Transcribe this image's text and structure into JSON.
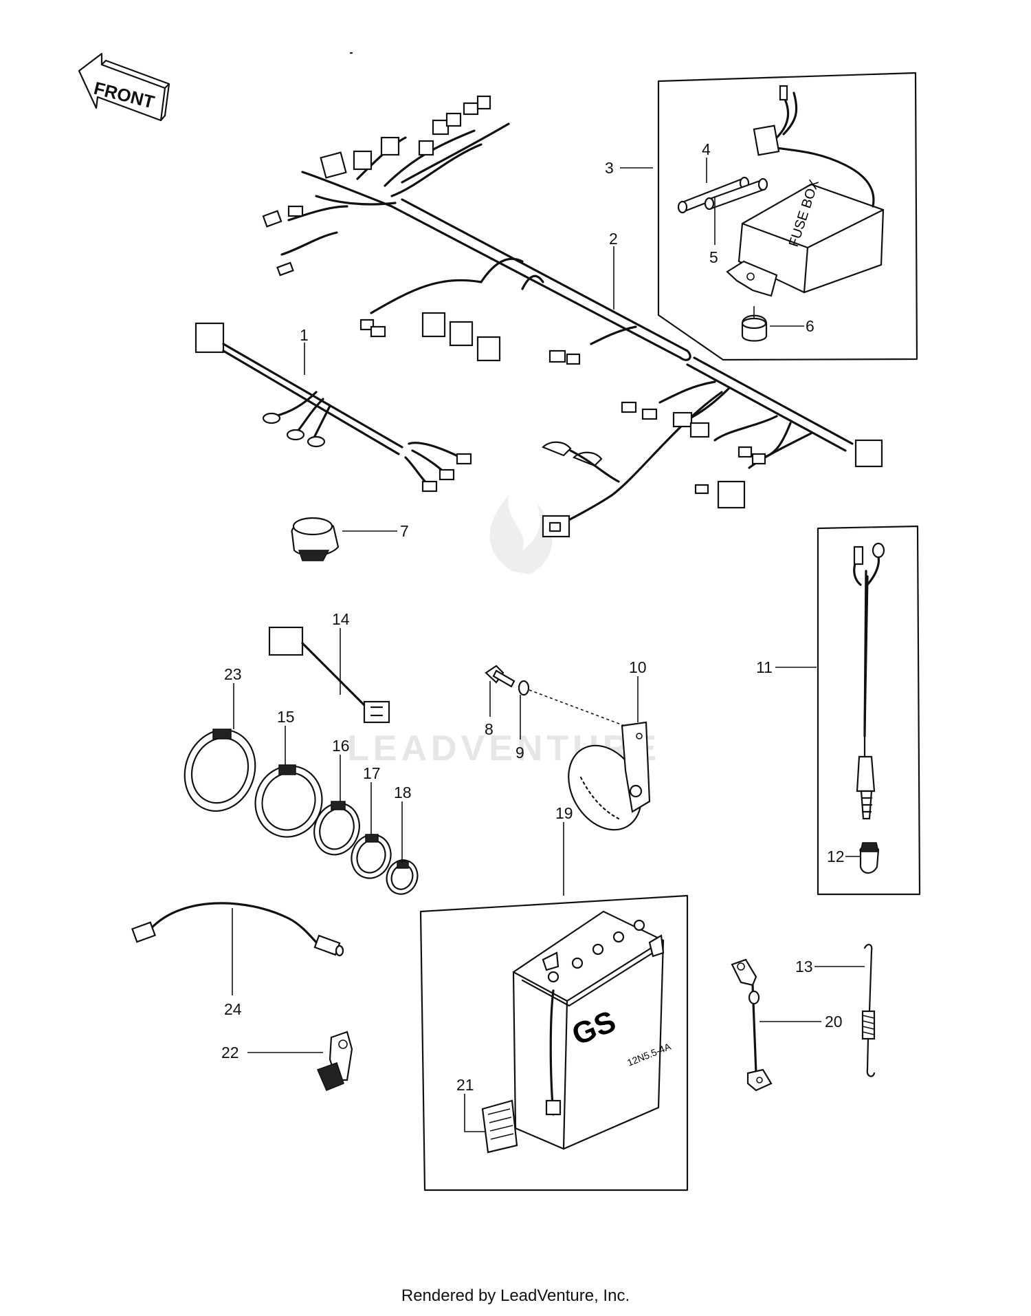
{
  "front_label": "FRONT",
  "watermark": "LEADVENTURE",
  "fuse_box_text": "FUSE BOX",
  "battery_model": "12N5.5-4A",
  "battery_brand": "GS",
  "callouts": [
    "1",
    "2",
    "3",
    "4",
    "5",
    "6",
    "7",
    "8",
    "9",
    "10",
    "11",
    "12",
    "13",
    "14",
    "15",
    "16",
    "17",
    "18",
    "19",
    "20",
    "21",
    "22",
    "23",
    "24"
  ],
  "footer": "Rendered by LeadVenture, Inc."
}
